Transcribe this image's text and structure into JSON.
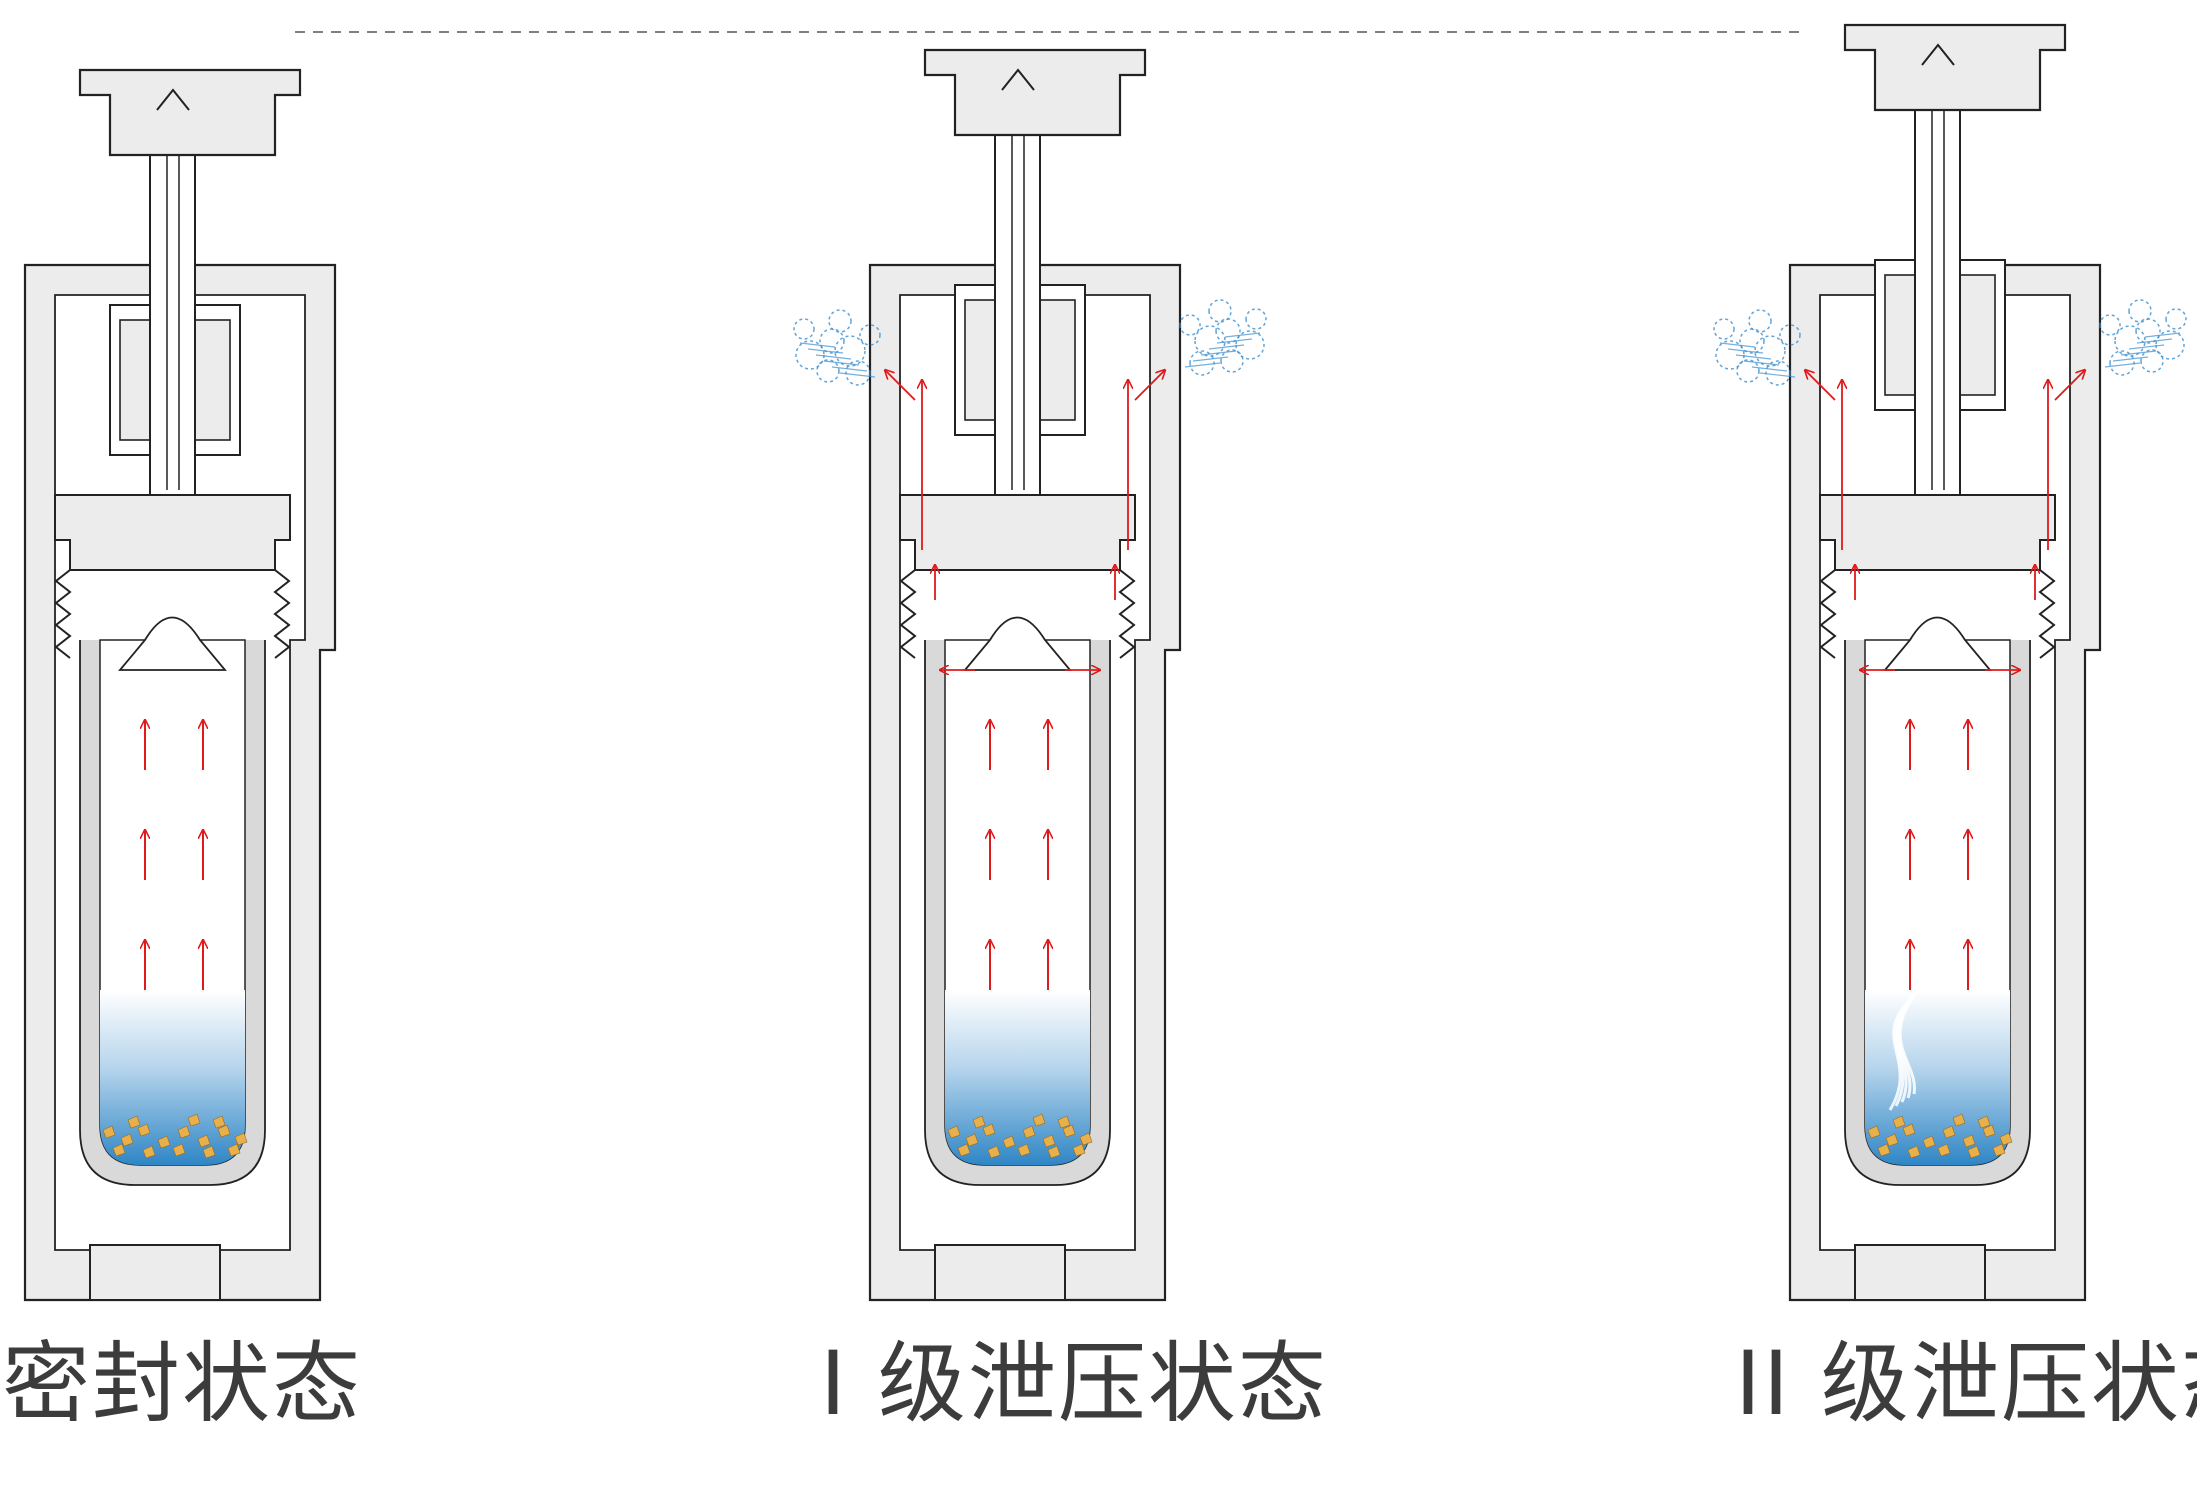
{
  "captions": {
    "sealed": "密封状态",
    "stage1": "I 级泄压状态",
    "stage2": "II 级泄压状态"
  },
  "colors": {
    "body_fill": "#ececec",
    "outline": "#222222",
    "liner": "#d9d9d9",
    "arrow": "#e0191b",
    "liquid_top": "#ffffff",
    "liquid_bottom": "#2f86c6",
    "sample": "#e8b04a",
    "vapor": "#3a8fd0",
    "dashed_line": "#555555"
  },
  "states": [
    {
      "id": "sealed",
      "vent_arrows": false,
      "vapor": false,
      "cap_raised": false,
      "smoke": false
    },
    {
      "id": "stage1",
      "vent_arrows": true,
      "vapor": true,
      "cap_raised": false,
      "smoke": false
    },
    {
      "id": "stage2",
      "vent_arrows": true,
      "vapor": true,
      "cap_raised": true,
      "smoke": true
    }
  ]
}
